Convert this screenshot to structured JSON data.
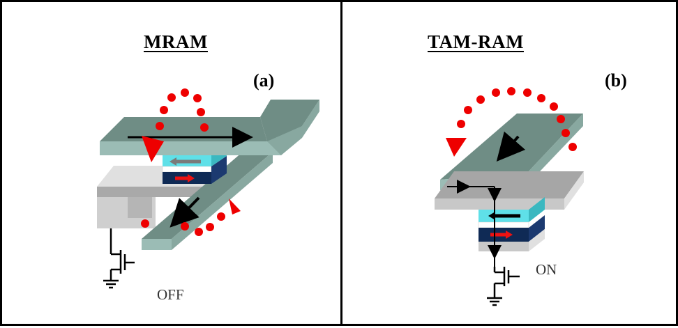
{
  "panel_a": {
    "title": "MRAM",
    "label": "(a)",
    "state": "OFF"
  },
  "panel_b": {
    "title": "TAM-RAM",
    "label": "(b)",
    "state": "ON"
  },
  "colors": {
    "line_top": "#6f8d85",
    "line_side": "#9bbcb5",
    "free_layer": "#5fe0e8",
    "barrier": "#ffffff",
    "pinned_layer": "#0f2a55",
    "electrode": "#a6a6a6",
    "electrode_light": "#d0d0d0",
    "field_dots": "#ee0000",
    "arrow": "#000000",
    "magnetization_arrow": "#ee1111"
  }
}
